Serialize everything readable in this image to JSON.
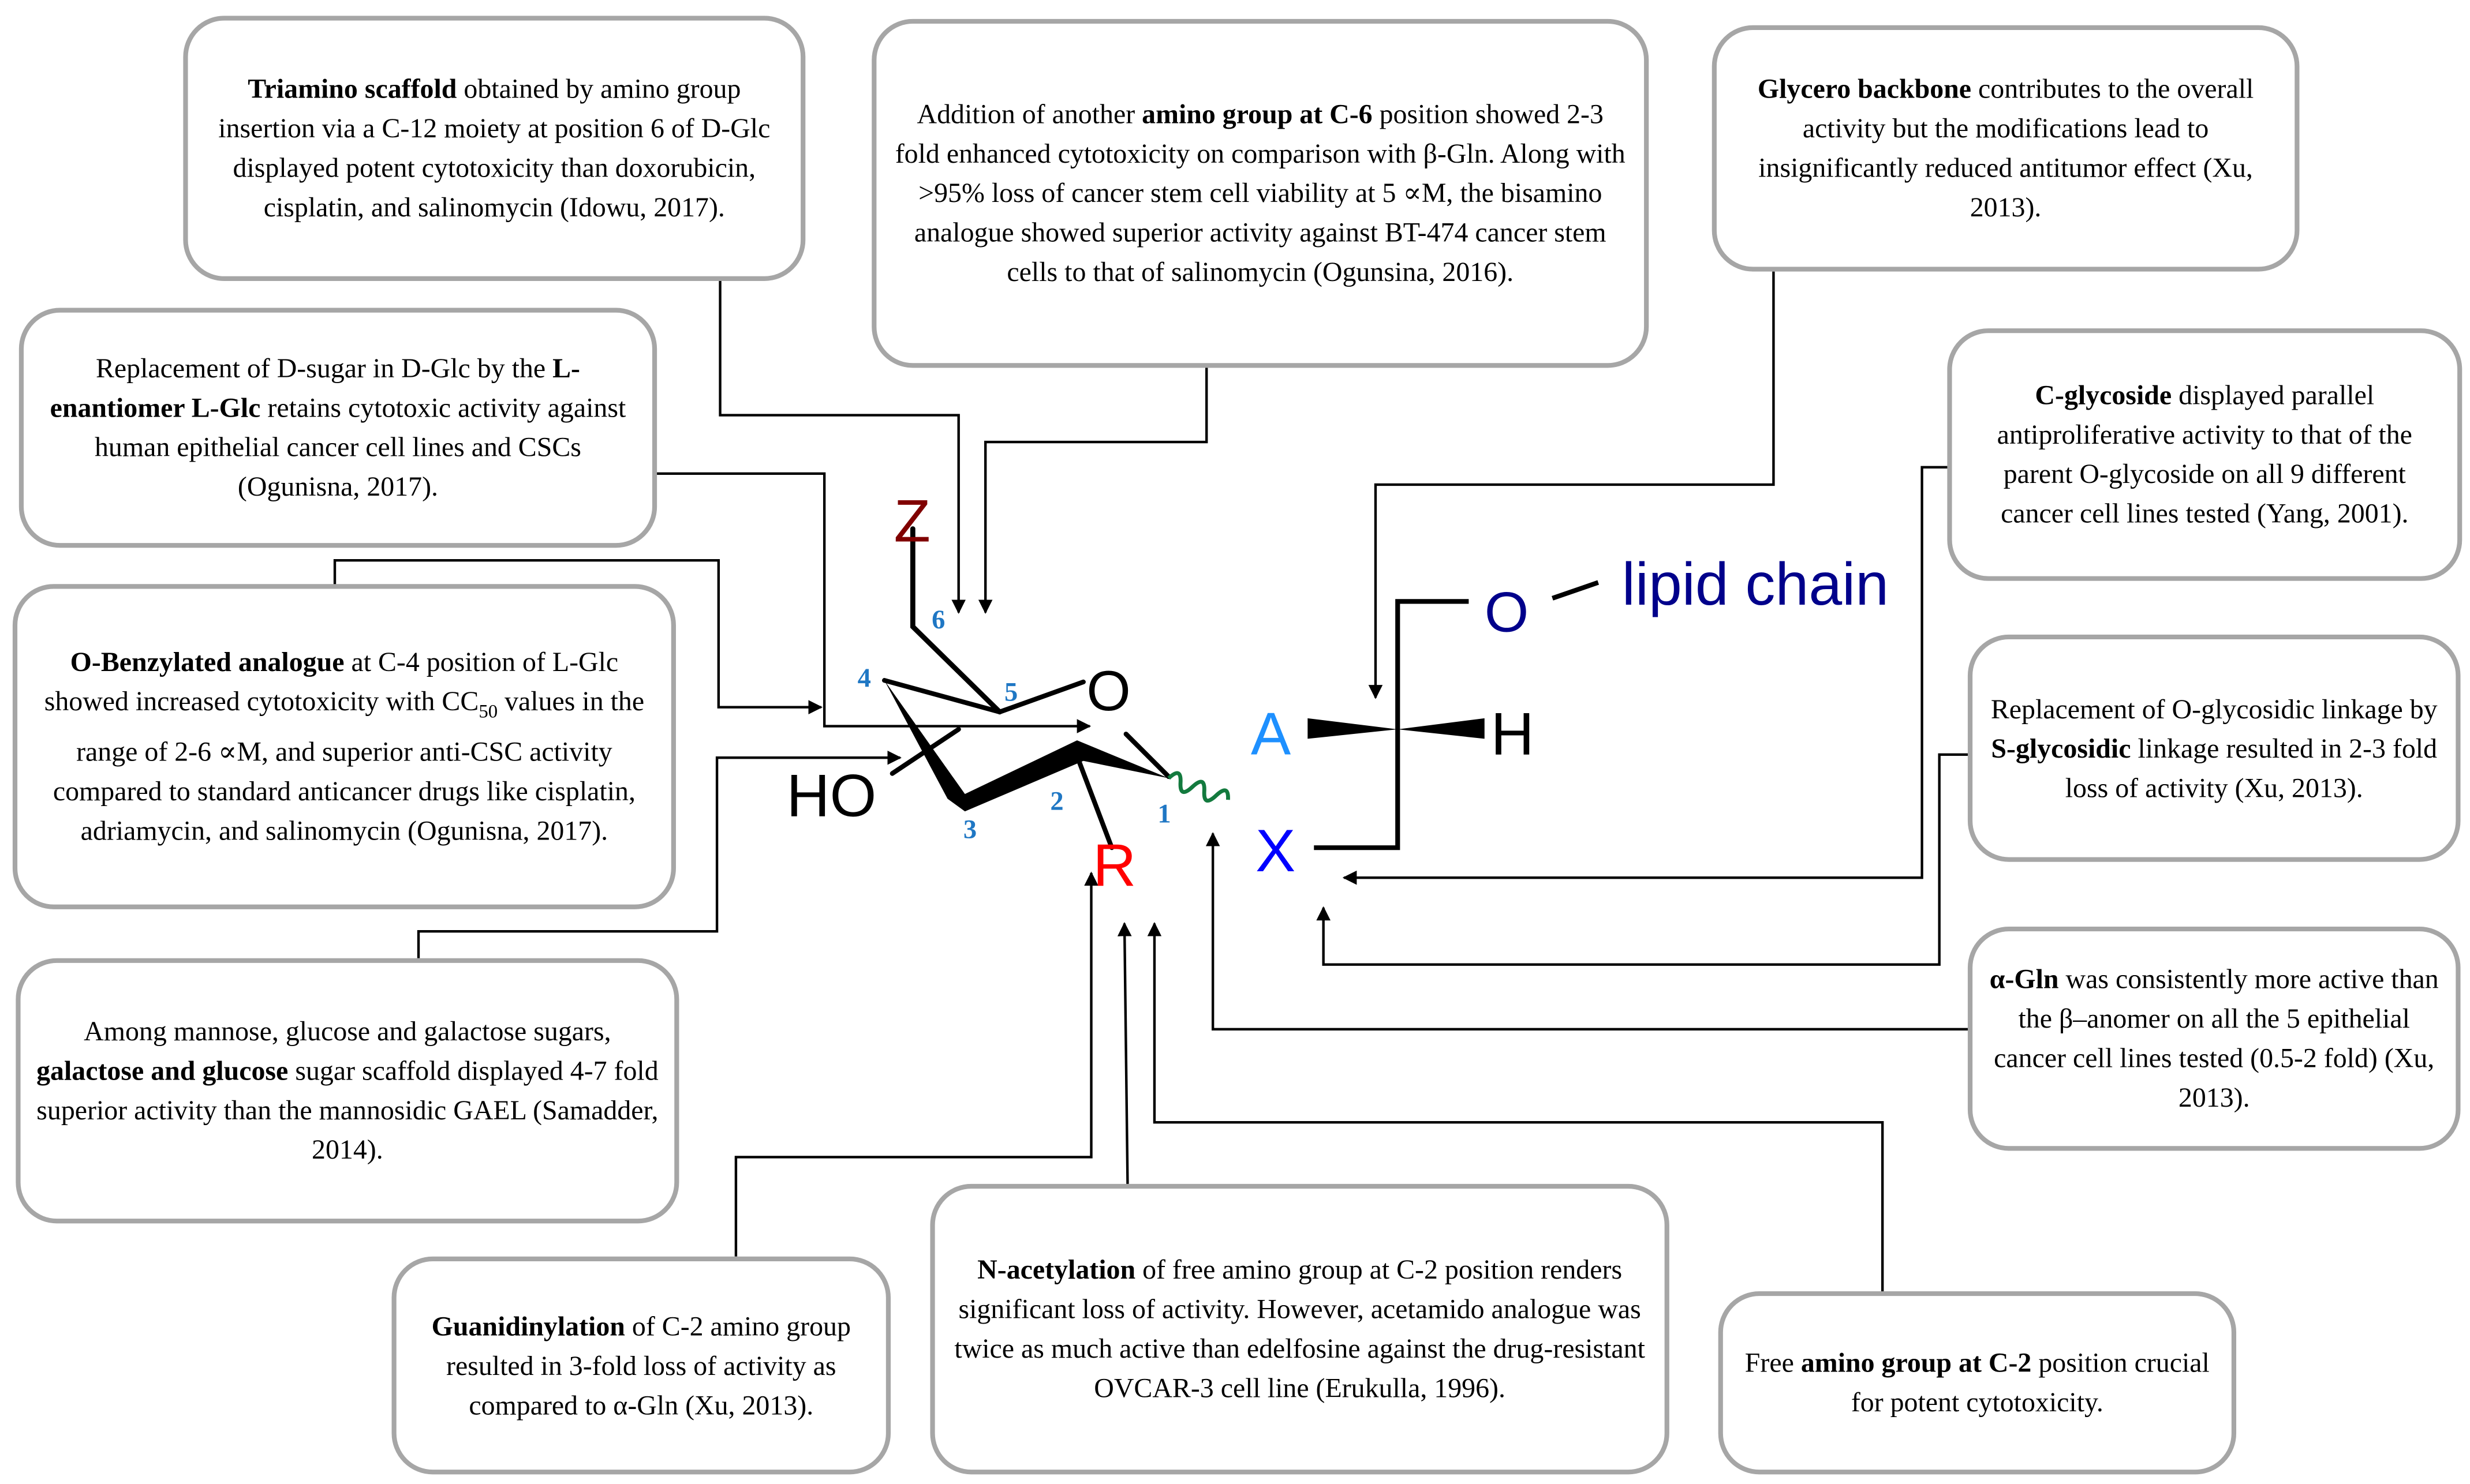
{
  "boxes": {
    "triamino": {
      "bold": "Triamino scaffold",
      "text": " obtained by amino group insertion via a C-12 moiety at position 6 of D-Glc displayed potent cytotoxicity than doxorubicin, cisplatin, and salinomycin (Idowu, 2017)."
    },
    "amino_c6": {
      "pre": "Addition of another ",
      "bold": "amino group at C-6",
      "text": " position showed 2-3 fold enhanced cytotoxicity on comparison with β-Gln. Along with >95% loss of cancer stem cell viability at 5 ∝M, the bisamino analogue showed superior activity against BT-474 cancer stem cells to that of salinomycin (Ogunsina, 2016)."
    },
    "glycero": {
      "bold": "Glycero backbone",
      "text": " contributes to the overall activity but the modifications lead to insignificantly reduced antitumor effect (Xu, 2013)."
    },
    "l_enantiomer": {
      "pre": "Replacement of D-sugar in D-Glc by the ",
      "bold": "L-enantiomer L-Glc",
      "text": " retains cytotoxic activity against human epithelial cancer cell lines and CSCs (Ogunisna, 2017)."
    },
    "c_glycoside": {
      "bold": "C-glycoside",
      "text": " displayed parallel antiproliferative activity to that of the parent O-glycoside on all 9 different cancer cell lines tested (Yang, 2001)."
    },
    "o_benzyl": {
      "bold": "O-Benzylated analogue",
      "text": " at C-4 position of L-Glc showed increased cytotoxicity with CC",
      "sub": "50",
      "text2": " values in the range of 2-6 ∝M, and superior anti-CSC activity compared to standard anticancer drugs like cisplatin, adriamycin, and salinomycin (Ogunisna, 2017)."
    },
    "s_glycosidic": {
      "pre": "Replacement of O-glycosidic linkage  by ",
      "bold": "S-glycosidic",
      "text": " linkage resulted in 2-3 fold loss of activity (Xu, 2013)."
    },
    "sugars": {
      "pre": "Among mannose, glucose and galactose sugars, ",
      "bold": "galactose and glucose",
      "text": " sugar scaffold displayed 4-7 fold superior activity than the mannosidic GAEL (Samadder, 2014)."
    },
    "alpha_gln": {
      "bold": "α-Gln",
      "text": " was consistently more active than the β–anomer on all the 5 epithelial cancer cell lines tested (0.5-2 fold) (Xu, 2013)."
    },
    "guanidinylation": {
      "bold": "Guanidinylation",
      "text": " of C-2 amino group resulted in 3-fold loss of activity as compared to α-Gln (Xu, 2013)."
    },
    "n_acetylation": {
      "bold": "N-acetylation",
      "text": " of free amino group at C-2 position renders significant loss of activity. However, acetamido analogue was twice as much active than edelfosine against the drug-resistant OVCAR-3 cell line (Erukulla, 1996)."
    },
    "free_amino": {
      "pre": "Free ",
      "bold": "amino group at C-2",
      "text": " position crucial for potent cytotoxicity."
    }
  },
  "molecule": {
    "z": "Z",
    "ring_o": "O",
    "ho": "HO",
    "r": "R",
    "x": "X",
    "a": "A",
    "h": "H",
    "o2": "O",
    "lipid": "lipid chain",
    "positions": [
      "1",
      "2",
      "3",
      "4",
      "5",
      "6"
    ]
  },
  "colors": {
    "z": "#800000",
    "r": "#ff0000",
    "x": "#0000ff",
    "a": "#1e90ff",
    "lipid": "#00008b",
    "number": "#1f77c4",
    "wavy": "#137a3e",
    "border": "#a6a6a6"
  }
}
